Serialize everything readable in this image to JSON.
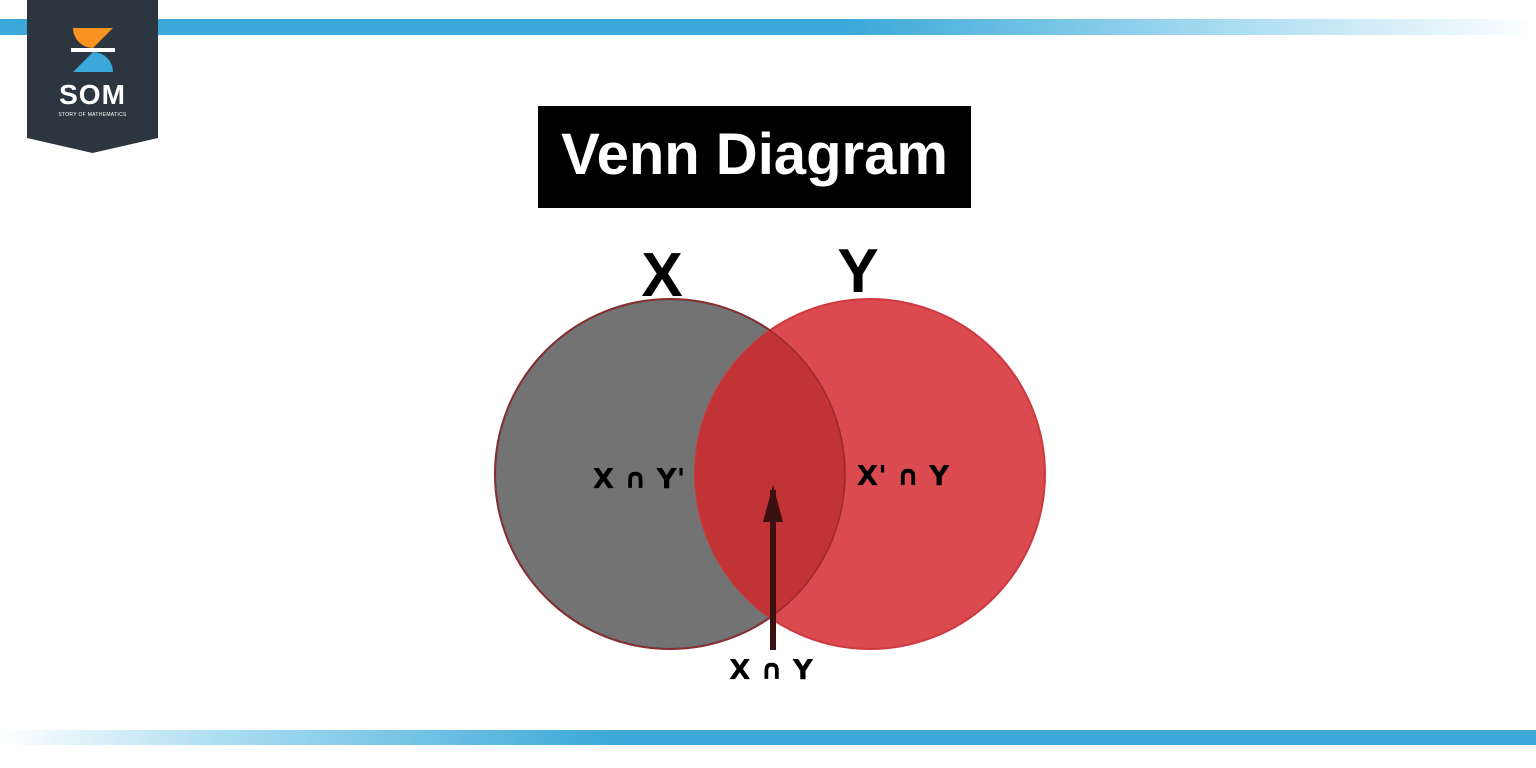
{
  "branding": {
    "logo_text": "SOM",
    "logo_subtext": "STORY OF MATHEMATICS"
  },
  "title": "Venn Diagram",
  "diagram": {
    "sets": [
      {
        "label": "X",
        "color": "#737373"
      },
      {
        "label": "Y",
        "color": "#db4a4f"
      }
    ],
    "regions": {
      "only_x": "X ∩ Y'",
      "only_y": "X' ∩ Y",
      "intersection": "X ∩ Y"
    },
    "intersection_color": "#c13334"
  },
  "colors": {
    "stripe": "#3aa8d8",
    "logo_bg": "#2b3640",
    "logo_orange": "#f7931e",
    "logo_blue": "#3aa8d8"
  }
}
